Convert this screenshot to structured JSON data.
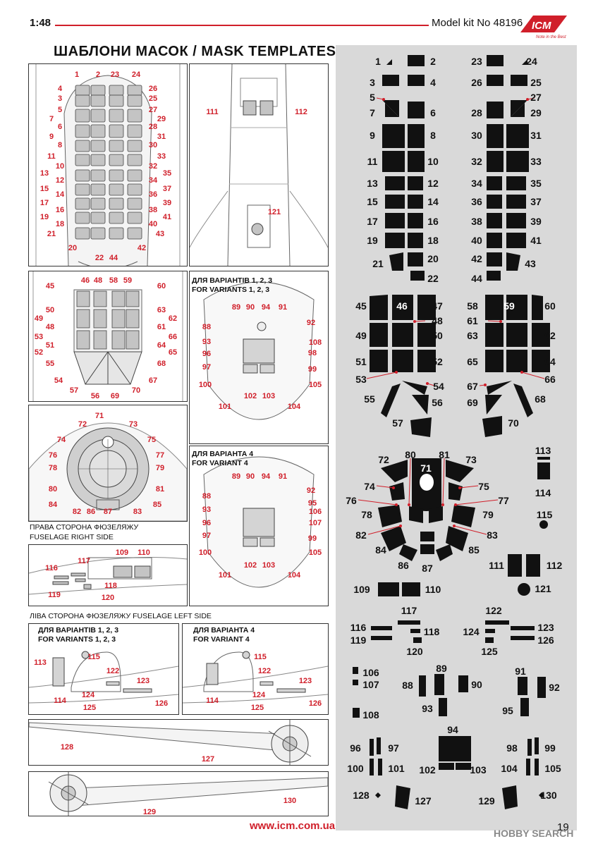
{
  "header": {
    "scale": "1:48",
    "kit": "Model kit No 48196",
    "logo_text": "ICM",
    "logo_tagline": "Note in the Best"
  },
  "title": "ШАБЛОНИ МАСОК / MASK TEMPLATES",
  "captions": {
    "variants123_ua": "ДЛЯ ВАРІАНТІВ 1, 2, 3",
    "variants123_en": "FOR VARIANTS 1, 2, 3",
    "variant4_ua": "ДЛЯ ВАРІАНТА 4",
    "variant4_en": "FOR VARIANT 4",
    "right_side_ua": "ПРАВА СТОРОНА ФЮЗЕЛЯЖУ",
    "right_side_en": "FUSELAGE RIGHT SIDE",
    "left_side": "ЛІВА СТОРОНА ФЮЗЕЛЯЖУ     FUSELAGE LEFT SIDE"
  },
  "footer": {
    "url": "www.icm.com.ua",
    "page": "19",
    "watermark": "HOBBY SEARCH"
  },
  "colors": {
    "accent": "#d01f2a",
    "mask": "#111111",
    "sheet": "#d9d9d9"
  },
  "labels": {
    "nose": [
      [
        "1",
        108,
        104
      ],
      [
        "2",
        138,
        104
      ],
      [
        "23",
        162,
        104
      ],
      [
        "24",
        192,
        104
      ],
      [
        "4",
        84,
        124
      ],
      [
        "26",
        216,
        124
      ],
      [
        "3",
        84,
        138
      ],
      [
        "25",
        216,
        138
      ],
      [
        "5",
        84,
        154
      ],
      [
        "27",
        216,
        154
      ],
      [
        "7",
        72,
        167
      ],
      [
        "29",
        228,
        167
      ],
      [
        "6",
        84,
        178
      ],
      [
        "28",
        216,
        178
      ],
      [
        "9",
        72,
        192
      ],
      [
        "31",
        228,
        192
      ],
      [
        "8",
        84,
        204
      ],
      [
        "30",
        216,
        204
      ],
      [
        "11",
        72,
        220
      ],
      [
        "33",
        228,
        220
      ],
      [
        "10",
        84,
        234
      ],
      [
        "32",
        216,
        234
      ],
      [
        "13",
        62,
        244
      ],
      [
        "35",
        236,
        244
      ],
      [
        "12",
        84,
        254
      ],
      [
        "34",
        216,
        254
      ],
      [
        "15",
        62,
        266
      ],
      [
        "37",
        236,
        266
      ],
      [
        "14",
        84,
        274
      ],
      [
        "36",
        216,
        274
      ],
      [
        "17",
        62,
        286
      ],
      [
        "39",
        236,
        286
      ],
      [
        "16",
        84,
        296
      ],
      [
        "38",
        216,
        296
      ],
      [
        "19",
        62,
        306
      ],
      [
        "41",
        236,
        306
      ],
      [
        "18",
        84,
        316
      ],
      [
        "40",
        216,
        316
      ],
      [
        "21",
        72,
        330
      ],
      [
        "43",
        226,
        330
      ],
      [
        "20",
        102,
        350
      ],
      [
        "42",
        200,
        350
      ],
      [
        "22",
        140,
        364
      ],
      [
        "44",
        160,
        364
      ]
    ],
    "top_fuselage": [
      [
        "111",
        300,
        157
      ],
      [
        "112",
        426,
        157
      ],
      [
        "121",
        388,
        299
      ]
    ],
    "cockpit_top": [
      [
        "45",
        70,
        404
      ],
      [
        "46",
        120,
        396
      ],
      [
        "48",
        138,
        396
      ],
      [
        "58",
        160,
        396
      ],
      [
        "59",
        180,
        396
      ],
      [
        "60",
        228,
        404
      ],
      [
        "50",
        70,
        438
      ],
      [
        "63",
        228,
        438
      ],
      [
        "49",
        54,
        450
      ],
      [
        "62",
        244,
        450
      ],
      [
        "48",
        70,
        462
      ],
      [
        "61",
        228,
        462
      ],
      [
        "53",
        54,
        476
      ],
      [
        "66",
        244,
        476
      ],
      [
        "51",
        70,
        488
      ],
      [
        "64",
        228,
        488
      ],
      [
        "52",
        54,
        498
      ],
      [
        "65",
        244,
        498
      ],
      [
        "55",
        70,
        514
      ],
      [
        "68",
        228,
        514
      ],
      [
        "54",
        82,
        538
      ],
      [
        "67",
        216,
        538
      ],
      [
        "57",
        104,
        552
      ],
      [
        "56",
        134,
        560
      ],
      [
        "69",
        162,
        560
      ],
      [
        "70",
        192,
        552
      ]
    ],
    "nose_front": [
      [
        "71",
        140,
        588
      ],
      [
        "72",
        116,
        600
      ],
      [
        "73",
        188,
        600
      ],
      [
        "74",
        86,
        622
      ],
      [
        "75",
        214,
        622
      ],
      [
        "76",
        74,
        644
      ],
      [
        "77",
        226,
        644
      ],
      [
        "78",
        74,
        662
      ],
      [
        "79",
        226,
        662
      ],
      [
        "80",
        74,
        692
      ],
      [
        "81",
        226,
        692
      ],
      [
        "84",
        74,
        714
      ],
      [
        "85",
        222,
        714
      ],
      [
        "82",
        108,
        724
      ],
      [
        "86",
        128,
        724
      ],
      [
        "87",
        152,
        724
      ],
      [
        "83",
        194,
        724
      ]
    ],
    "v123": [
      [
        "89",
        334,
        434
      ],
      [
        "90",
        354,
        434
      ],
      [
        "94",
        376,
        434
      ],
      [
        "91",
        400,
        434
      ],
      [
        "88",
        292,
        462
      ],
      [
        "92",
        440,
        456
      ],
      [
        "93",
        292,
        483
      ],
      [
        "108",
        446,
        484
      ],
      [
        "96",
        292,
        500
      ],
      [
        "98",
        442,
        499
      ],
      [
        "97",
        292,
        519
      ],
      [
        "99",
        442,
        522
      ],
      [
        "100",
        290,
        544
      ],
      [
        "105",
        446,
        544
      ],
      [
        "102",
        354,
        560
      ],
      [
        "103",
        380,
        560
      ],
      [
        "101",
        318,
        575
      ],
      [
        "104",
        416,
        575
      ]
    ],
    "v4": [
      [
        "89",
        334,
        674
      ],
      [
        "90",
        354,
        674
      ],
      [
        "94",
        376,
        674
      ],
      [
        "91",
        400,
        674
      ],
      [
        "88",
        292,
        702
      ],
      [
        "92",
        440,
        694
      ],
      [
        "95",
        442,
        712
      ],
      [
        "93",
        292,
        721
      ],
      [
        "106",
        446,
        724
      ],
      [
        "96",
        292,
        740
      ],
      [
        "107",
        446,
        740
      ],
      [
        "97",
        292,
        758
      ],
      [
        "99",
        442,
        762
      ],
      [
        "100",
        290,
        782
      ],
      [
        "105",
        446,
        782
      ],
      [
        "102",
        354,
        800
      ],
      [
        "103",
        380,
        800
      ],
      [
        "101",
        318,
        814
      ],
      [
        "104",
        416,
        814
      ]
    ],
    "right_side": [
      [
        "109",
        172,
        782
      ],
      [
        "110",
        203,
        782
      ],
      [
        "117",
        118,
        794
      ],
      [
        "116",
        72,
        804
      ],
      [
        "118",
        156,
        829
      ],
      [
        "119",
        76,
        842
      ],
      [
        "120",
        152,
        846
      ]
    ],
    "left123": [
      [
        "115",
        132,
        930
      ],
      [
        "113",
        56,
        938
      ],
      [
        "122",
        159,
        950
      ],
      [
        "123",
        202,
        964
      ],
      [
        "124",
        124,
        984
      ],
      [
        "114",
        84,
        992
      ],
      [
        "126",
        228,
        996
      ],
      [
        "125",
        126,
        1002
      ]
    ],
    "left4": [
      [
        "115",
        368,
        930
      ],
      [
        "122",
        374,
        950
      ],
      [
        "123",
        432,
        964
      ],
      [
        "124",
        366,
        984
      ],
      [
        "114",
        300,
        992
      ],
      [
        "126",
        446,
        996
      ],
      [
        "125",
        364,
        1002
      ]
    ],
    "wing1": [
      [
        "128",
        94,
        1058
      ],
      [
        "127",
        294,
        1075
      ]
    ],
    "wing2": [
      [
        "130",
        410,
        1134
      ],
      [
        "129",
        211,
        1150
      ]
    ],
    "sheet": [
      [
        "1",
        536,
        87
      ],
      [
        "2",
        614,
        87
      ],
      [
        "23",
        676,
        87
      ],
      [
        "24",
        754,
        87
      ],
      [
        "3",
        528,
        117
      ],
      [
        "4",
        614,
        117
      ],
      [
        "26",
        676,
        117
      ],
      [
        "25",
        760,
        117
      ],
      [
        "5",
        528,
        138
      ],
      [
        "27",
        760,
        138
      ],
      [
        "7",
        528,
        160
      ],
      [
        "6",
        614,
        160
      ],
      [
        "28",
        676,
        160
      ],
      [
        "29",
        760,
        160
      ],
      [
        "9",
        528,
        192
      ],
      [
        "8",
        614,
        192
      ],
      [
        "30",
        676,
        192
      ],
      [
        "31",
        760,
        192
      ],
      [
        "11",
        528,
        229
      ],
      [
        "10",
        614,
        229
      ],
      [
        "32",
        676,
        229
      ],
      [
        "33",
        760,
        229
      ],
      [
        "13",
        528,
        260
      ],
      [
        "12",
        614,
        260
      ],
      [
        "34",
        676,
        260
      ],
      [
        "35",
        760,
        260
      ],
      [
        "15",
        528,
        286
      ],
      [
        "14",
        614,
        286
      ],
      [
        "36",
        676,
        286
      ],
      [
        "37",
        760,
        286
      ],
      [
        "17",
        528,
        314
      ],
      [
        "16",
        614,
        314
      ],
      [
        "38",
        676,
        314
      ],
      [
        "39",
        760,
        314
      ],
      [
        "19",
        528,
        341
      ],
      [
        "18",
        614,
        341
      ],
      [
        "40",
        676,
        341
      ],
      [
        "41",
        760,
        341
      ],
      [
        "21",
        536,
        374
      ],
      [
        "20",
        614,
        367
      ],
      [
        "42",
        676,
        367
      ],
      [
        "43",
        752,
        374
      ],
      [
        "22",
        614,
        395
      ],
      [
        "44",
        676,
        395
      ],
      [
        "45",
        512,
        434
      ],
      [
        "47",
        620,
        434
      ],
      [
        "58",
        670,
        434
      ],
      [
        "60",
        780,
        434
      ],
      [
        "48",
        620,
        455
      ],
      [
        "61",
        670,
        455
      ],
      [
        "49",
        512,
        476
      ],
      [
        "50",
        620,
        476
      ],
      [
        "63",
        670,
        476
      ],
      [
        "62",
        780,
        476
      ],
      [
        "51",
        512,
        513
      ],
      [
        "52",
        620,
        513
      ],
      [
        "65",
        670,
        513
      ],
      [
        "64",
        780,
        513
      ],
      [
        "53",
        512,
        538
      ],
      [
        "54",
        622,
        548
      ],
      [
        "67",
        670,
        548
      ],
      [
        "66",
        780,
        538
      ],
      [
        "55",
        524,
        566
      ],
      [
        "56",
        620,
        571
      ],
      [
        "69",
        670,
        571
      ],
      [
        "68",
        766,
        566
      ],
      [
        "57",
        564,
        600
      ],
      [
        "70",
        728,
        600
      ],
      [
        "80",
        582,
        645
      ],
      [
        "81",
        630,
        645
      ],
      [
        "72",
        544,
        652
      ],
      [
        "73",
        668,
        652
      ],
      [
        "74",
        524,
        690
      ],
      [
        "75",
        686,
        690
      ],
      [
        "76",
        498,
        710
      ],
      [
        "77",
        714,
        710
      ],
      [
        "78",
        520,
        730
      ],
      [
        "79",
        692,
        730
      ],
      [
        "82",
        512,
        759
      ],
      [
        "83",
        698,
        759
      ],
      [
        "84",
        540,
        780
      ],
      [
        "85",
        672,
        780
      ],
      [
        "86",
        572,
        802
      ],
      [
        "87",
        606,
        806
      ],
      [
        "113",
        770,
        639
      ],
      [
        "114",
        770,
        699
      ],
      [
        "115",
        772,
        730
      ],
      [
        "111",
        704,
        802
      ],
      [
        "112",
        786,
        802
      ],
      [
        "109",
        513,
        836
      ],
      [
        "110",
        614,
        836
      ],
      [
        "121",
        770,
        835
      ],
      [
        "117",
        580,
        866
      ],
      [
        "122",
        700,
        866
      ],
      [
        "116",
        508,
        890
      ],
      [
        "118",
        612,
        896
      ],
      [
        "124",
        668,
        896
      ],
      [
        "123",
        774,
        890
      ],
      [
        "119",
        508,
        908
      ],
      [
        "126",
        774,
        908
      ],
      [
        "120",
        588,
        924
      ],
      [
        "125",
        694,
        924
      ],
      [
        "89",
        626,
        948
      ],
      [
        "106",
        526,
        954
      ],
      [
        "88",
        578,
        972
      ],
      [
        "90",
        676,
        971
      ],
      [
        "91",
        738,
        952
      ],
      [
        "92",
        786,
        975
      ],
      [
        "107",
        526,
        971
      ],
      [
        "93",
        606,
        1005
      ],
      [
        "95",
        720,
        1008
      ],
      [
        "108",
        526,
        1014
      ],
      [
        "94",
        642,
        1035
      ],
      [
        "96",
        504,
        1061
      ],
      [
        "97",
        558,
        1061
      ],
      [
        "98",
        726,
        1061
      ],
      [
        "99",
        780,
        1061
      ],
      [
        "100",
        504,
        1090
      ],
      [
        "101",
        562,
        1090
      ],
      [
        "102",
        606,
        1092
      ],
      [
        "103",
        678,
        1092
      ],
      [
        "104",
        722,
        1090
      ],
      [
        "105",
        784,
        1090
      ],
      [
        "128",
        512,
        1128
      ],
      [
        "127",
        600,
        1136
      ],
      [
        "129",
        690,
        1136
      ],
      [
        "130",
        778,
        1128
      ]
    ],
    "sheet_white": [
      [
        "46",
        570,
        434
      ],
      [
        "59",
        722,
        434
      ],
      [
        "71",
        604,
        664
      ]
    ]
  }
}
